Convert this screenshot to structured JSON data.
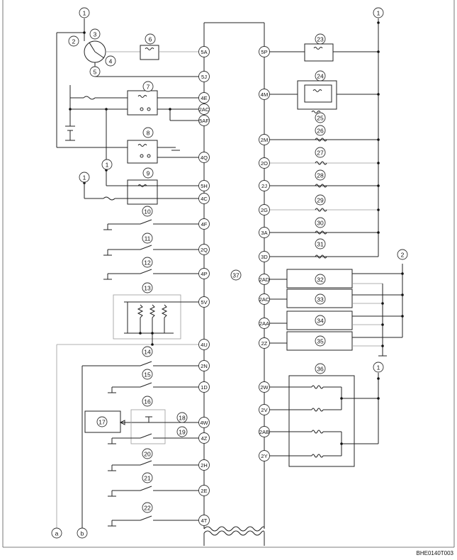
{
  "diagram": {
    "figure_code": "BHE0140T003",
    "callouts": {
      "c1": "1",
      "c2": "2",
      "c3": "3",
      "c4": "4",
      "c5": "5",
      "c6": "6",
      "c7": "7",
      "c8": "8",
      "c9": "9",
      "c10": "10",
      "c11": "11",
      "c12": "12",
      "c13": "13",
      "c14": "14",
      "c15": "15",
      "c16": "16",
      "c17": "17",
      "c18": "18",
      "c19": "19",
      "c20": "20",
      "c21": "21",
      "c22": "22",
      "c23": "23",
      "c24": "24",
      "c25": "25",
      "c26": "26",
      "c27": "27",
      "c28": "28",
      "c29": "29",
      "c30": "30",
      "c31": "31",
      "c32": "32",
      "c33": "33",
      "c34": "34",
      "c35": "35",
      "c36": "36",
      "c37": "37",
      "ca": "a",
      "cb": "b"
    },
    "left_terminals": [
      "5A",
      "5J",
      "4E",
      "2AC",
      "5AF",
      "4Q",
      "5H",
      "4C",
      "4F",
      "2Q",
      "4P",
      "5V",
      "4U",
      "2N",
      "1D",
      "4W",
      "4Z",
      "2H",
      "2E",
      "4T"
    ],
    "right_terminals": [
      "5P",
      "4M",
      "2M",
      "2O",
      "2J",
      "2G",
      "3A",
      "3D",
      "2AD",
      "2AC",
      "2AA",
      "2Z",
      "2W",
      "2V",
      "2AB",
      "2Y"
    ]
  }
}
